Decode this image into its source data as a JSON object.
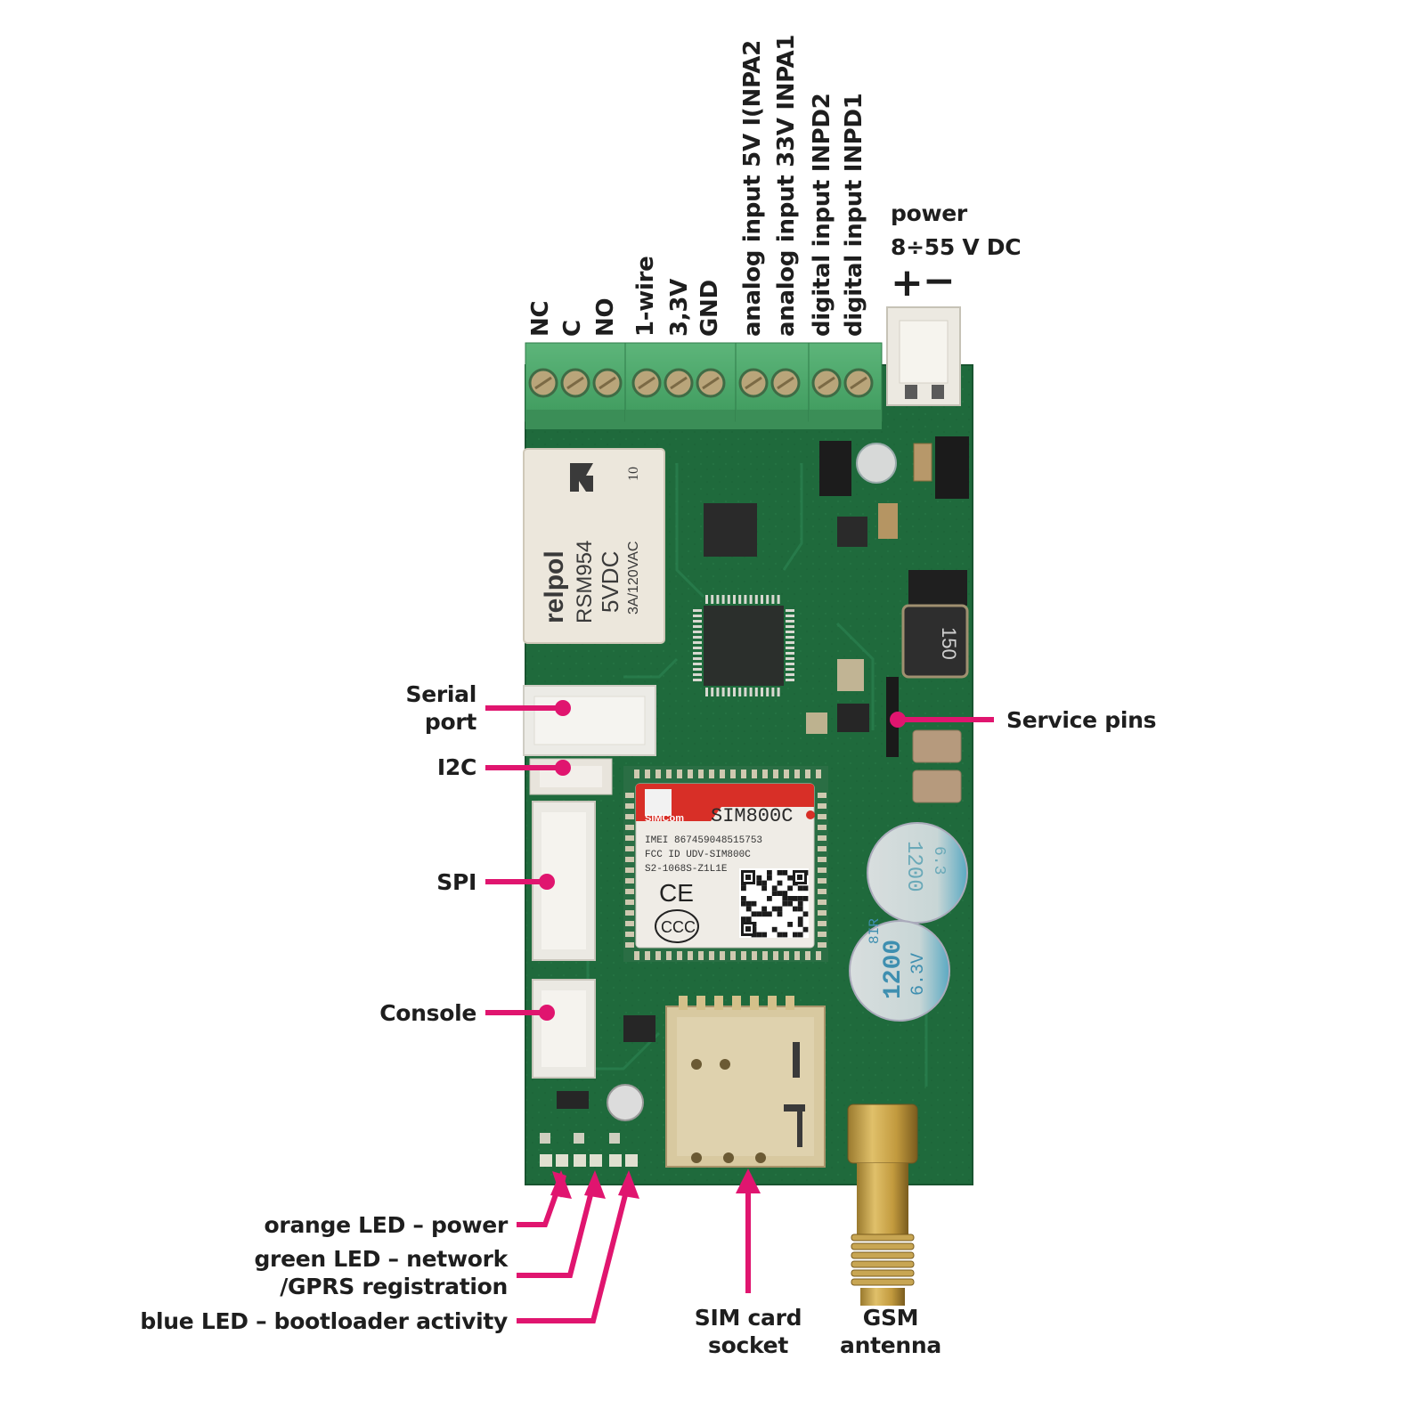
{
  "accent_color": "#e0156f",
  "pcb_color": "#1f6b3c",
  "terminal_color": "#4aa869",
  "top_labels": {
    "relay": [
      "NC",
      "C",
      "NO"
    ],
    "onewire": [
      "1-wire",
      "3,3V",
      "GND"
    ],
    "analog": [
      "analog input 5V I(NPA2",
      "analog input 33V INPA1"
    ],
    "digital": [
      "digital input INPD2",
      "digital input INPD1"
    ]
  },
  "power": {
    "title": "power",
    "range": "8÷55 V DC",
    "plus": "+",
    "minus": "−"
  },
  "left_labels": {
    "serial_line1": "Serial",
    "serial_line2": "port",
    "i2c": "I2C",
    "spi": "SPI",
    "console": "Console"
  },
  "right_labels": {
    "service_pins": "Service pins"
  },
  "bottom_labels": {
    "orange_led": "orange LED – power",
    "green_led_line1": "green LED – network",
    "green_led_line2": "/GPRS registration",
    "blue_led": "blue LED – bootloader activity",
    "sim_line1": "SIM card",
    "sim_line2": "socket",
    "gsm_line1": "GSM",
    "gsm_line2": "antenna"
  },
  "components": {
    "relay_brand": "relpol",
    "relay_model": "RSM954",
    "relay_voltage": "5VDC",
    "relay_rating": "3A/120VAC",
    "relay_code": "10",
    "inductor_code": "150",
    "gsm_module_brand": "SIMCom",
    "gsm_module_model": "SIM800C",
    "gsm_module_imei": "IMEI 867459048515753",
    "gsm_module_fcc": "FCC ID UDV-SIM800C",
    "gsm_module_serial": "S2-1068S-Z1L1E",
    "ce_mark": "CE",
    "ccc_mark": "CCC",
    "cap1_text": "1200",
    "cap1_voltage": "6.3",
    "cap2_text": "1200",
    "cap2_voltage": "6.3V",
    "cap2_code": "8IR"
  }
}
